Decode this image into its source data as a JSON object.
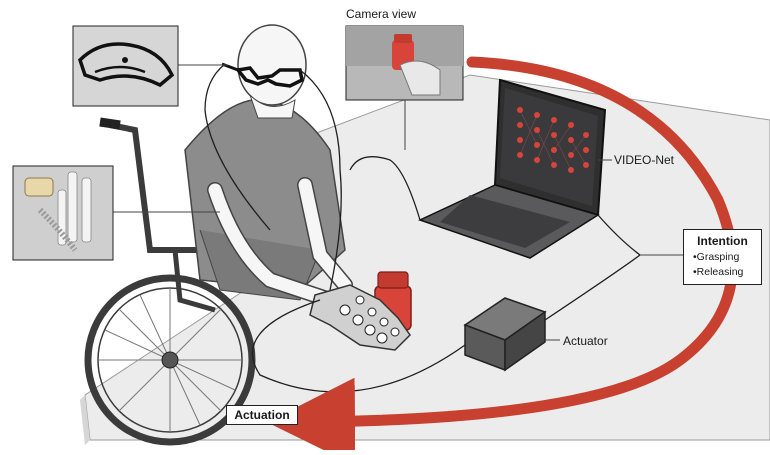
{
  "labels": {
    "camera_view": "Camera view",
    "video_net": "VIDEO-Net",
    "actuator": "Actuator",
    "actuation": "Actuation",
    "intention_title": "Intention",
    "intention_items": [
      "•Grasping",
      "•Releasing"
    ]
  },
  "colors": {
    "arrow": "#c8402f",
    "cup": "#d9443a",
    "skin": "#f6f6f6",
    "shirt": "#8c8c8c",
    "table": "#ececec",
    "laptop": "#2f2f30"
  }
}
